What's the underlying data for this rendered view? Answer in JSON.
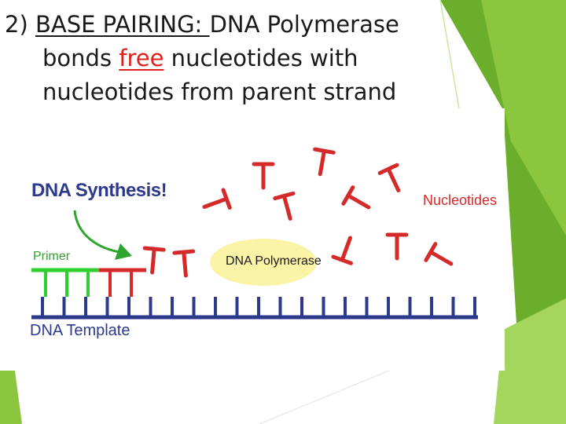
{
  "slide": {
    "title_number": "2) ",
    "title_heading": "BASE PAIRING: ",
    "title_rest_1": "DNA Polymerase",
    "title_line2_a": "bonds ",
    "title_line2_free": "free",
    "title_line2_b": " nucleotides with",
    "title_line3": "nucleotides from parent strand"
  },
  "diagram": {
    "synthesis_label": "DNA Synthesis!",
    "primer_label": "Primer",
    "template_label": "DNA Template",
    "nucleotides_label": "Nucleotides",
    "polymerase_label": "DNA Polymerase"
  },
  "colors": {
    "template_blue": "#2d3a8c",
    "primer_green": "#2fcf2f",
    "nucleotide_red": "#d42a2a",
    "polymerase_yellow": "#fbf3a6",
    "accent_green": "#76b82a"
  }
}
